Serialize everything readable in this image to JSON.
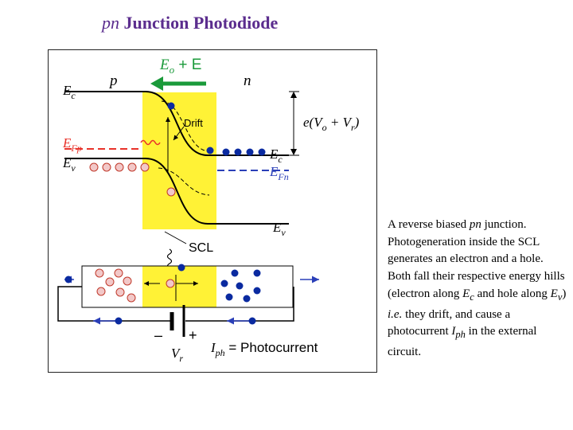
{
  "title": {
    "prefix_italic": "pn",
    "rest": " Junction Photodiode"
  },
  "colors": {
    "title": "#5b2d8e",
    "scl": "#fff236",
    "field_arrow": "#1a9a3a",
    "fermi_p": "#e8322a",
    "fermi_n": "#2a3fb8",
    "electron": "#0a2aa0",
    "hole_fill": "#f2c8c8",
    "hole_stroke": "#c0392b",
    "rail": "#2a3fb8"
  },
  "diagram": {
    "field": {
      "e": "E",
      "sub_o": "o",
      "plus": " + E"
    },
    "side_p": "p",
    "side_n": "n",
    "ec_left": {
      "main": "E",
      "sub": "c"
    },
    "efp": {
      "main": "E",
      "sub": "Fp"
    },
    "ev_left": {
      "main": "E",
      "sub": "v"
    },
    "drift": "Drift",
    "barrier": {
      "main": "e(V",
      "sub1": "o",
      "mid": " + V",
      "sub2": "r",
      "end": ")"
    },
    "ec_right": {
      "main": "E",
      "sub": "c"
    },
    "efn": {
      "main": "E",
      "sub": "Fn"
    },
    "ev_right": {
      "main": "E",
      "sub": "v"
    },
    "scl": "SCL",
    "vr": {
      "main": "V",
      "sub": "r"
    },
    "battery_minus": "–",
    "battery_plus": "+",
    "iph": {
      "main": "I",
      "sub": "ph",
      "rest": " = Photocurrent"
    }
  },
  "caption": {
    "p1": "A reverse biased ",
    "p2": "pn",
    "p3": " junction. Photogeneration inside the SCL generates an electron and a hole. Both fall their respective energy hills (electron along ",
    "ec_main": "E",
    "ec_sub": "c",
    "p4": " and hole along ",
    "ev_main": "E",
    "ev_sub": "v",
    "p5": ") ",
    "p6": "i.e.",
    "p7": " they drift, and cause a photocurrent ",
    "iph_main": "I",
    "iph_sub": "ph",
    "p8": " in the external circuit."
  }
}
